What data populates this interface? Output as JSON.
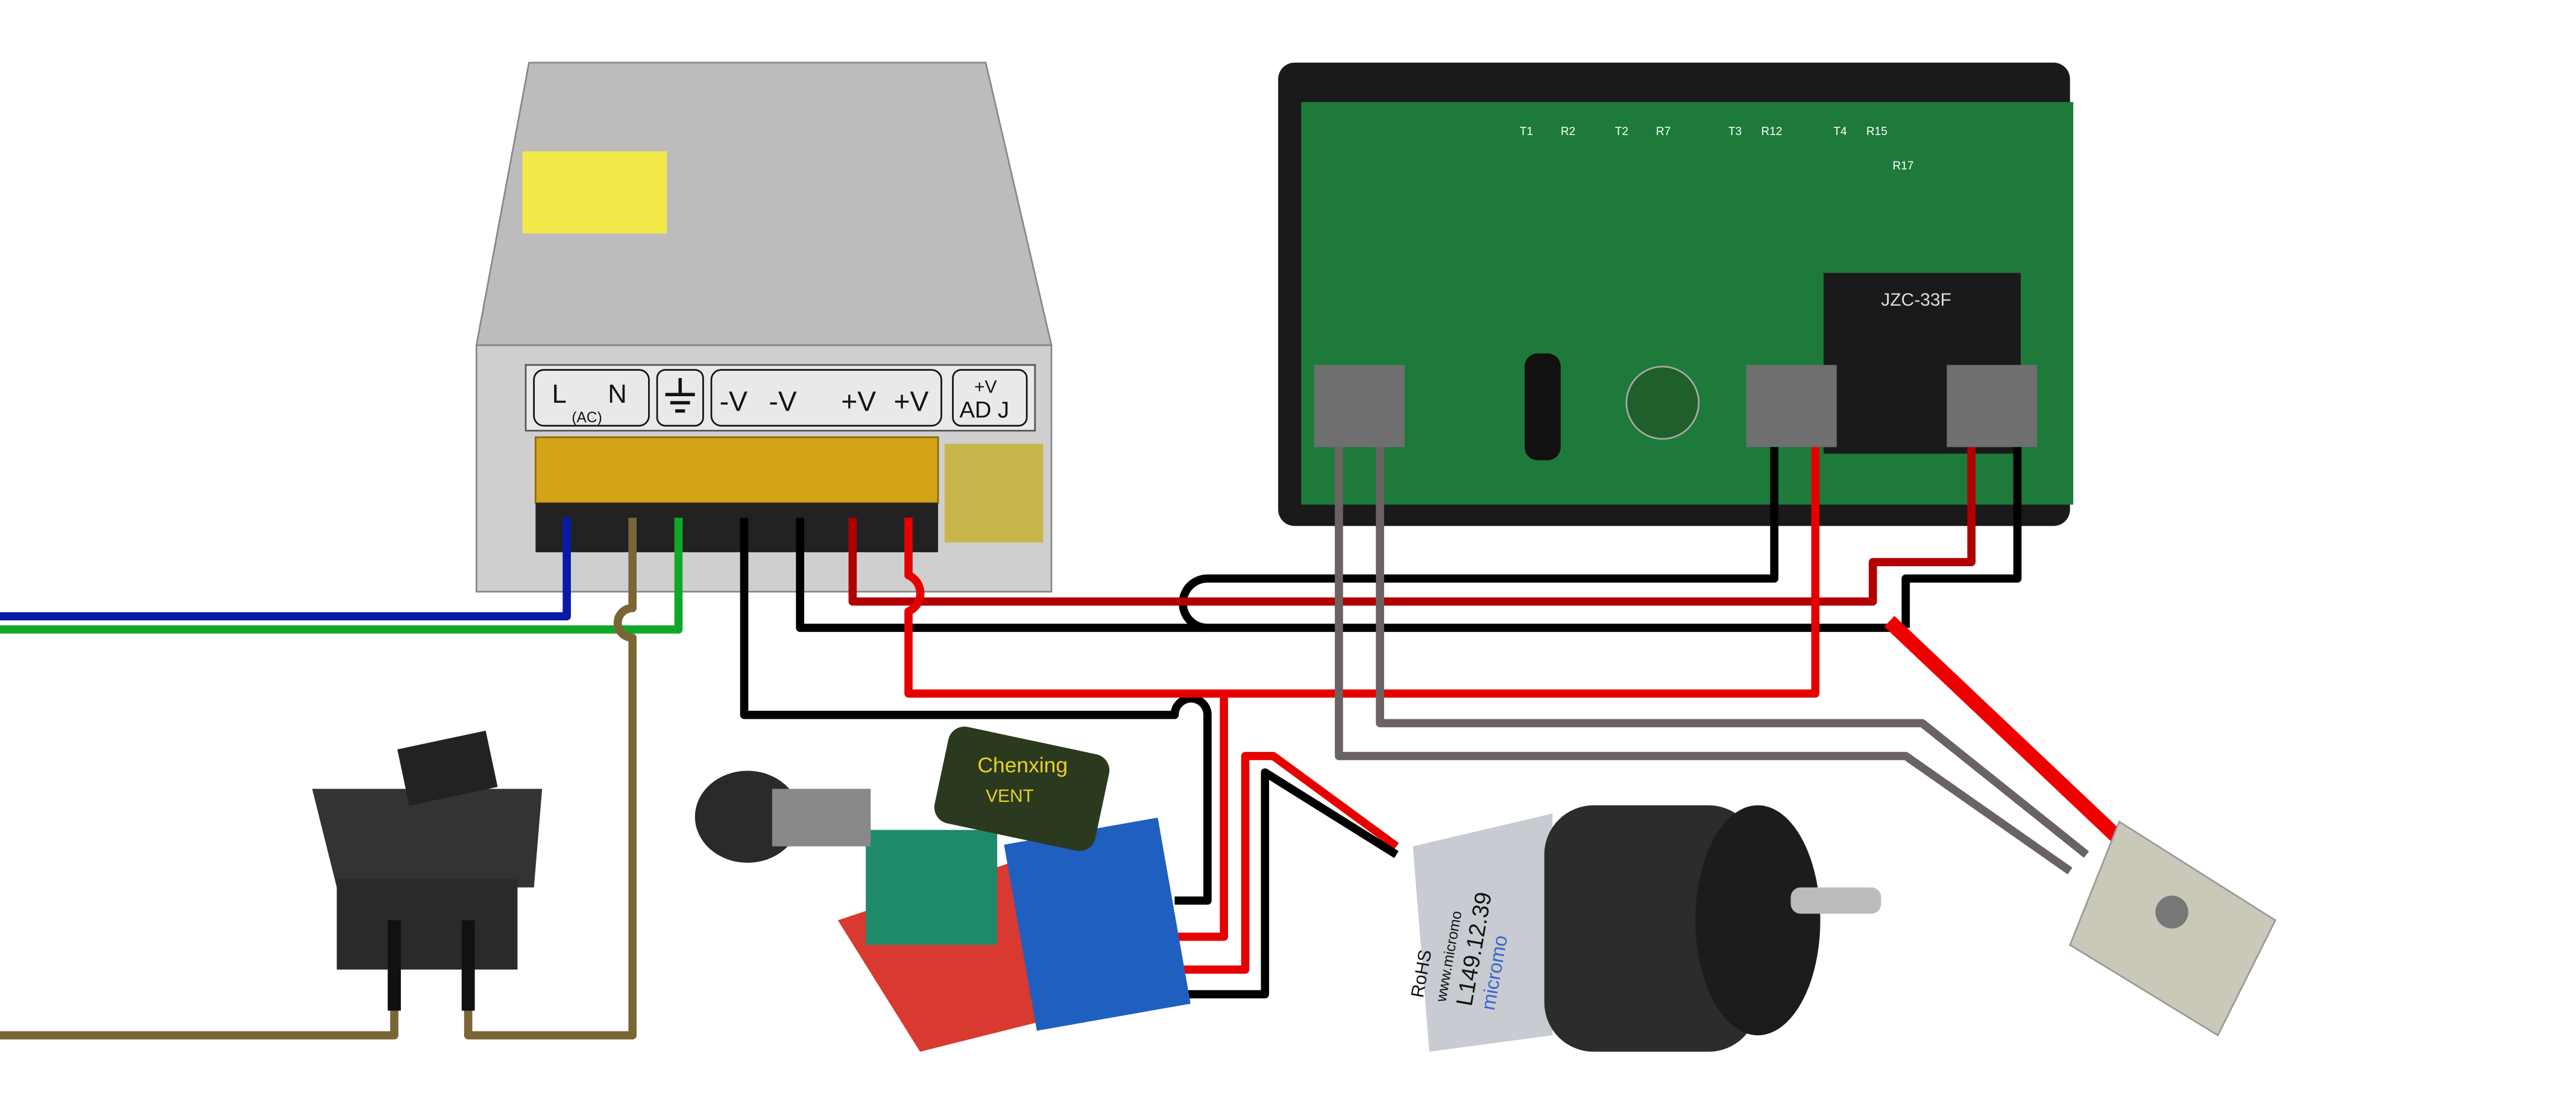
{
  "power_supply": {
    "labels": {
      "L": "L",
      "N": "N",
      "ac": "(AC)",
      "neg1": "-V",
      "neg2": "-V",
      "pos1": "+V",
      "pos2": "+V",
      "adj_top": "+V",
      "adj_bottom": "AD J"
    }
  },
  "thermostat": {
    "relay_label": "JZC-33F",
    "pcb_labels": [
      "T1",
      "R2",
      "T2",
      "R7",
      "T3",
      "R12",
      "T4",
      "R15",
      "R17"
    ]
  },
  "pwm_controller": {
    "capacitor_brand": "Chenxing",
    "capacitor_label": "VENT"
  },
  "motor": {
    "brand": "micromo",
    "url": "www.micromo",
    "model": "L149.12.39",
    "rohs": "RoHS"
  },
  "wire_colors": {
    "live": "#0a1aa8",
    "earth": "#11a82a",
    "switched": "#7a6535",
    "negative": "#000000",
    "positive": "#e60000",
    "positive_dark": "#b00000",
    "sensor": "#6b6363"
  }
}
